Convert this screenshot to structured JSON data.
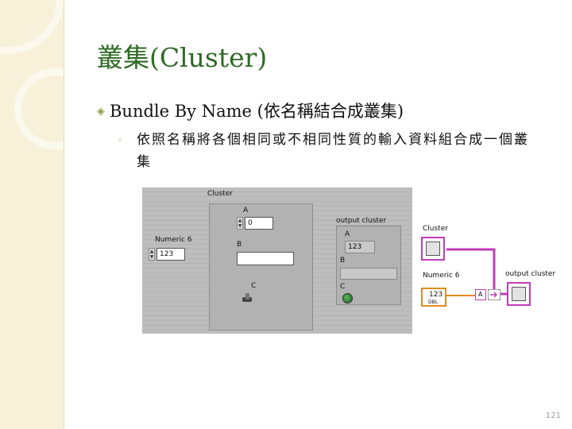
{
  "slide": {
    "title": "叢集(Cluster)",
    "bullet1": "Bundle By Name (依名稱結合成叢集)",
    "bullet2": "依照名稱將各個相同或不相同性質的輸入資料組合成一個叢集",
    "page_number": "121"
  },
  "front_panel": {
    "numeric_label": "Numeric 6",
    "numeric_value": "123",
    "cluster_label": "Cluster",
    "a_label": "A",
    "a_value": "0",
    "b_label": "B",
    "c_label": "C",
    "output_label": "output cluster",
    "out_a_label": "A",
    "out_a_value": "123",
    "out_b_label": "B",
    "out_c_label": "C"
  },
  "block_diagram": {
    "cluster_label": "Cluster",
    "numeric_label": "Numeric 6",
    "numeric_value": "123",
    "numeric_type": "DBL",
    "bundle_field": "A",
    "output_label": "output cluster"
  },
  "colors": {
    "title_green": "#2f6a25",
    "cluster_wire": "#c23bb8",
    "numeric_wire": "#e58a1e"
  }
}
